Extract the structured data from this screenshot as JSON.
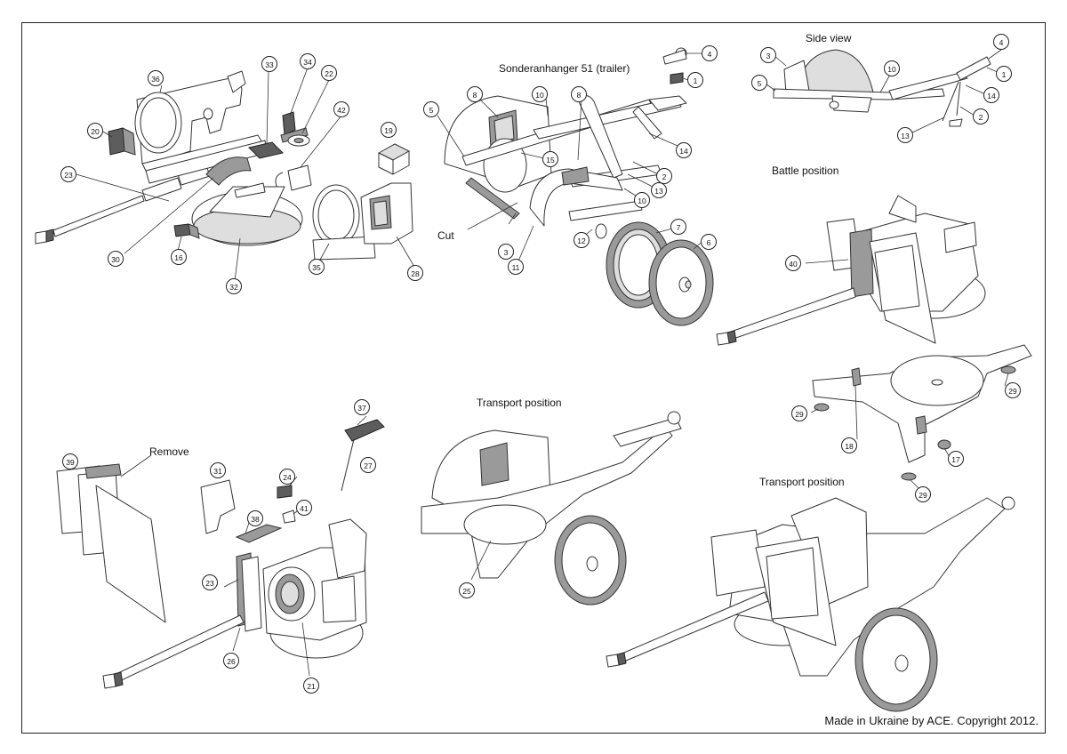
{
  "labels": {
    "trailer": "Sonderanhanger 51 (trailer)",
    "side_view": "Side view",
    "battle_position": "Battle position",
    "transport_position_center": "Transport position",
    "transport_position_right": "Transport position",
    "remove": "Remove",
    "cut": "Cut"
  },
  "copyright": "Made in Ukraine by ACE. Copyright 2012.",
  "callouts": {
    "c36": "36",
    "c33": "33",
    "c34": "34",
    "c22": "22",
    "c42": "42",
    "c20": "20",
    "c19": "19",
    "c23a": "23",
    "c30": "30",
    "c16": "16",
    "c32": "32",
    "c35": "35",
    "c28": "28",
    "c4a": "4",
    "c1a": "1",
    "c5a": "5",
    "c8a": "8",
    "c10a": "10",
    "c8b": "8",
    "c14a": "14",
    "c15": "15",
    "c2a": "2",
    "c13a": "13",
    "c10b": "10",
    "c7": "7",
    "c12": "12",
    "c6": "6",
    "c3a": "3",
    "c11": "11",
    "c3b": "3",
    "c5b": "5",
    "c10c": "10",
    "c4b": "4",
    "c1b": "1",
    "c14b": "14",
    "c2b": "2",
    "c13b": "13",
    "c40": "40",
    "c29a": "29",
    "c29b": "29",
    "c18": "18",
    "c17": "17",
    "c29c": "29",
    "c37": "37",
    "c27": "27",
    "c39": "39",
    "c31": "31",
    "c24": "24",
    "c41": "41",
    "c38": "38",
    "c23b": "23",
    "c26": "26",
    "c21": "21",
    "c25": "25"
  }
}
